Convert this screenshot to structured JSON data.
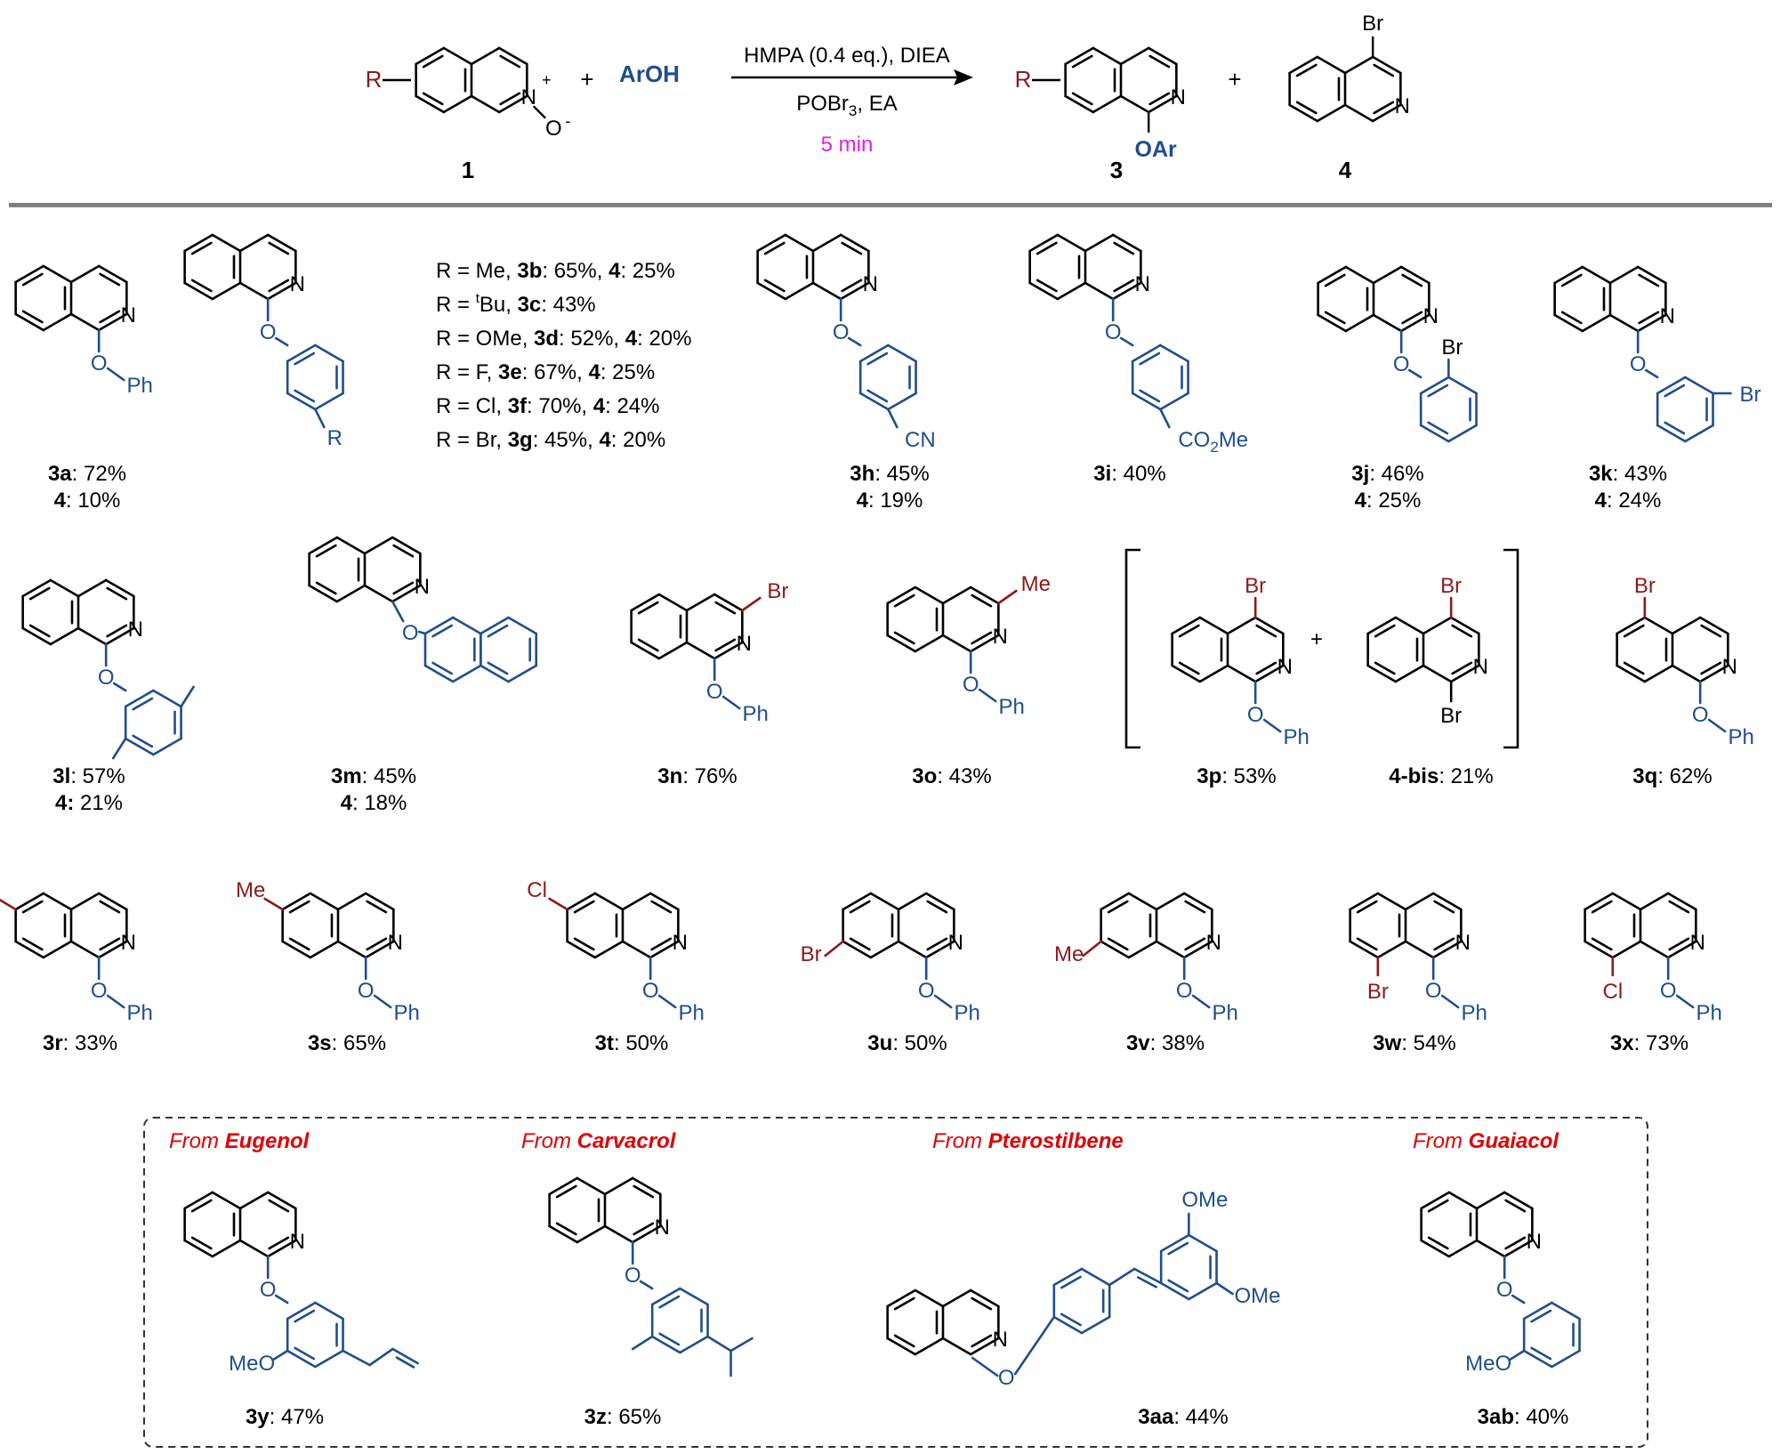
{
  "colors": {
    "bond": "#000000",
    "aryl_blue": "#1f4e8c",
    "substituent_red": "#8b1a1a",
    "time_magenta": "#e020e0",
    "source_red": "#e00000",
    "rule_gray": "#808080"
  },
  "scheme": {
    "reactant_label": "1",
    "plus": "+",
    "arOH": "ArOH",
    "cond_line1": "HMPA (0.4 eq.), DIEA",
    "cond_line2_pre": "POBr",
    "cond_line2_sub": "3",
    "cond_line2_post": ", EA",
    "time": "5 min",
    "product3_label": "3",
    "product4_label": "4",
    "r_label": "R",
    "n_plus": "N",
    "plus_sup": "+",
    "o_minus": "O",
    "minus_sup": "-",
    "oar": "OAr",
    "br": "Br"
  },
  "atoms": {
    "N": "N",
    "O": "O",
    "Ph": "Ph",
    "Br": "Br",
    "Cl": "Cl",
    "Me": "Me",
    "R": "R",
    "CN": "CN",
    "CO2Me_pre": "CO",
    "CO2Me_sub": "2",
    "CO2Me_post": "Me",
    "MeO": "MeO",
    "OMe": "OMe",
    "plus": "+"
  },
  "r_list": [
    {
      "pre": "R = Me, ",
      "cpd": "3b",
      "mid": ": 65%, ",
      "b4": "4",
      "post": ": 25%"
    },
    {
      "pre": "R = ",
      "sup": "t",
      "pre2": "Bu, ",
      "cpd": "3c",
      "mid": ": 43%",
      "b4": "",
      "post": ""
    },
    {
      "pre": "R = OMe, ",
      "cpd": "3d",
      "mid": ": 52%, ",
      "b4": "4",
      "post": ": 20%"
    },
    {
      "pre": "R = F, ",
      "cpd": "3e",
      "mid": ": 67%, ",
      "b4": "4",
      "post": ": 25%"
    },
    {
      "pre": "R = Cl, ",
      "cpd": "3f",
      "mid": ": 70%, ",
      "b4": "4",
      "post": ": 24%"
    },
    {
      "pre": "R = Br, ",
      "cpd": "3g",
      "mid": ": 45%, ",
      "b4": "4",
      "post": ": 20%"
    }
  ],
  "yields": {
    "3a": {
      "cpd": "3a",
      "val": ": 72%",
      "b4": "4",
      "b4val": ": 10%"
    },
    "3h": {
      "cpd": "3h",
      "val": ": 45%",
      "b4": "4",
      "b4val": ": 19%"
    },
    "3i": {
      "cpd": "3i",
      "val": ": 40%"
    },
    "3j": {
      "cpd": "3j",
      "val": ": 46%",
      "b4": "4",
      "b4val": ": 25%"
    },
    "3k": {
      "cpd": "3k",
      "val": ": 43%",
      "b4": "4",
      "b4val": ": 24%"
    },
    "3l": {
      "cpd": "3l",
      "val": ": 57%",
      "b4": "4:",
      "b4val": " 21%"
    },
    "3m": {
      "cpd": "3m",
      "val": ": 45%",
      "b4": "4",
      "b4val": ": 18%"
    },
    "3n": {
      "cpd": "3n",
      "val": ": 76%"
    },
    "3o": {
      "cpd": "3o",
      "val": ": 43%"
    },
    "3p": {
      "cpd": "3p",
      "val": ": 53%"
    },
    "4bis": {
      "cpd": "4-bis",
      "val": ": 21%"
    },
    "3q": {
      "cpd": "3q",
      "val": ": 62%"
    },
    "3r": {
      "cpd": "3r",
      "val": ": 33%"
    },
    "3s": {
      "cpd": "3s",
      "val": ": 65%"
    },
    "3t": {
      "cpd": "3t",
      "val": ": 50%"
    },
    "3u": {
      "cpd": "3u",
      "val": ": 50%"
    },
    "3v": {
      "cpd": "3v",
      "val": ": 38%"
    },
    "3w": {
      "cpd": "3w",
      "val": ": 54%"
    },
    "3x": {
      "cpd": "3x",
      "val": ": 73%"
    },
    "3y": {
      "cpd": "3y",
      "val": ": 47%"
    },
    "3z": {
      "cpd": "3z",
      "val": ": 65%"
    },
    "3aa": {
      "cpd": "3aa",
      "val": ": 44%"
    },
    "3ab": {
      "cpd": "3ab",
      "val": ": 40%"
    }
  },
  "natural_sources": [
    {
      "prefix": "From ",
      "name": "Eugenol"
    },
    {
      "prefix": "From ",
      "name": "Carvacrol"
    },
    {
      "prefix": "From  ",
      "name": "Pterostilbene"
    },
    {
      "prefix": "From ",
      "name": "Guaiacol"
    }
  ]
}
